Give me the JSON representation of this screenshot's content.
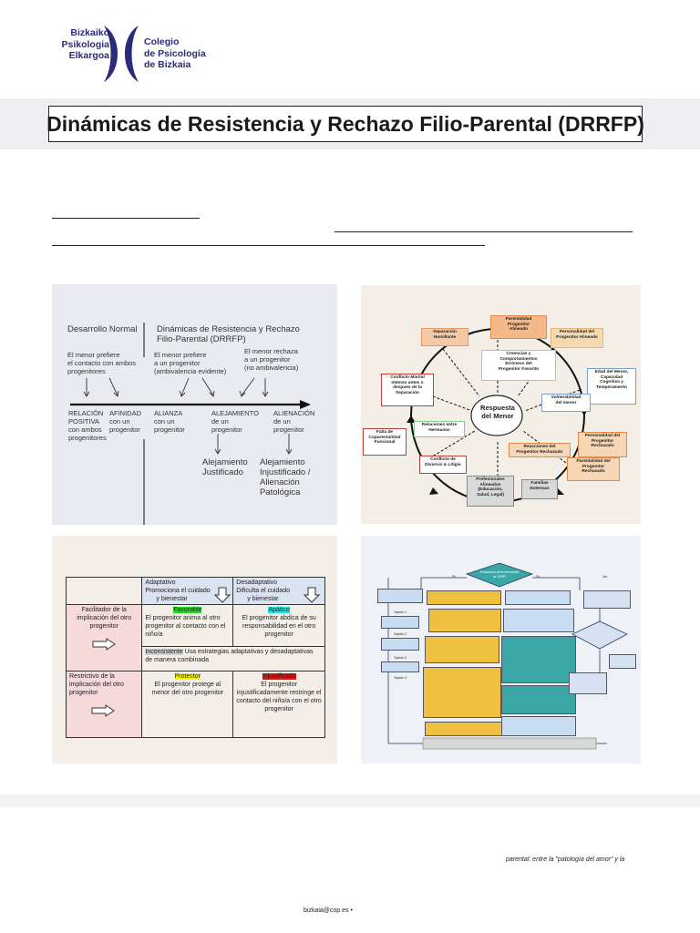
{
  "logo": {
    "left_lines": [
      "Bizkaiko",
      "Psikologia",
      "Elkargoa"
    ],
    "right_lines": [
      "Colegio",
      "de Psicología",
      "de Bizkaia"
    ],
    "brand_color": "#2c2a7a"
  },
  "title": "Dinámicas de Resistencia y Rechazo Filio-Parental (DRRFP)",
  "figure1": {
    "heading_left": "Desarrollo Normal",
    "heading_right_lines": [
      "Dinámicas de Resistencia y Rechazo",
      "Filio-Parental (DRRFP)"
    ],
    "notes": [
      [
        "El menor prefiere",
        "el contacto con ambos",
        "progenitores"
      ],
      [
        "El menor prefiere",
        "a un progenitor",
        "(ambivalencia evidente)"
      ],
      [
        "El menor rechaza",
        "a un progenitor",
        "(no ambivalencia)"
      ]
    ],
    "stages": [
      [
        "RELACIÓN",
        "POSITIVA",
        "con ambos",
        "progenitores"
      ],
      [
        "AFINIDAD",
        "con un",
        "progenitor"
      ],
      [
        "ALIANZA",
        "con un",
        "progenitor"
      ],
      [
        "ALEJAMIENTO",
        "de un",
        "progenitor"
      ],
      [
        "ALIENACIÓN",
        "de un",
        "progenitor"
      ]
    ],
    "outcome_1": [
      "Alejamiento",
      "Justificado"
    ],
    "outcome_2": [
      "Alejamiento",
      "Injustificado /",
      "Alienación",
      "Patológica"
    ]
  },
  "figure2": {
    "center": [
      "Respuesta",
      "del Menor"
    ],
    "nodes": [
      {
        "lines": [
          "Parentalidad",
          "Progenitor",
          "Alineado"
        ],
        "color": "#f3b98a"
      },
      {
        "lines": [
          "Personalidad del",
          "Progenitor Alineado"
        ],
        "color": "#f6d9b0"
      },
      {
        "lines": [
          "Separación",
          "Humillante"
        ],
        "color": "#f5c9a4"
      },
      {
        "lines": [
          "Creencias y",
          "Comportamientos",
          "Erróneos del",
          "Progenitor Favorito"
        ],
        "color": "#ffffff"
      },
      {
        "lines": [
          "Conflicto Marital",
          "Intenso antes o",
          "despues de la",
          "Separación"
        ],
        "color": "#ffffff"
      },
      {
        "lines": [
          "Edad del Menor,",
          "Capacidad",
          "Cognitiva y",
          "Temperamento"
        ],
        "color": "#ffffff"
      },
      {
        "lines": [
          "Vulnerabilidad",
          "del menor"
        ],
        "color": "#ffffff"
      },
      {
        "lines": [
          "Relaciones entre",
          "Hermanos"
        ],
        "color": "#ffffff"
      },
      {
        "lines": [
          "Falta de",
          "Coparentalidad",
          "Funcional"
        ],
        "color": "#ffffff"
      },
      {
        "lines": [
          "Personalidad del",
          "Progenitor",
          "Rechazado"
        ],
        "color": "#f7d6b6"
      },
      {
        "lines": [
          "Reacciones del",
          "Progenitor Rechazado"
        ],
        "color": "#f7d6b6"
      },
      {
        "lines": [
          "Parentalidad del",
          "Progenitor",
          "Rechazado"
        ],
        "color": "#f7d6b6"
      },
      {
        "lines": [
          "Conflicto de",
          "Divorcio & Litigio"
        ],
        "color": "#ffffff"
      },
      {
        "lines": [
          "Profesionales",
          "Alineados",
          "(Educación,",
          "Salud, Legal)"
        ],
        "color": "#d9d9d9"
      },
      {
        "lines": [
          "Familias",
          "Extensas"
        ],
        "color": "#d9d9d9"
      }
    ]
  },
  "figure3": {
    "col_adaptativo": [
      "Adaptativo",
      "Promociona el cuidado",
      "y bienestar"
    ],
    "col_desadaptativo": [
      "Desadaptativo",
      "Dificulta el cuidado",
      "y bienestar"
    ],
    "row_facilitador": "Facilitador de la implicación del otro progenitor",
    "row_restrictivo": "Restrictivo de la implicación del otro progenitor",
    "favorable_tag": "Favorable",
    "favorable_text": "El progenitor anima  al otro progenitor al contacto con el niño/a",
    "apatico_tag": "Apático",
    "apatico_text": "El progenitor abdica de su responsabilidad en el otro progenitor",
    "inconsistente_tag": "Inconsistente",
    "inconsistente_text": "Usa estrategias adaptativas y desadaptativas de manera combinada",
    "protector_tag": "Protector",
    "protector_text": "El progenitor protege al menor del otro progenitor",
    "injustificado_tag": "Injustificado",
    "injustificado_text": "El progenitor injustificadamente restringe el contacto del niño/a con el otro progenitor"
  },
  "figure4": {
    "diamond": [
      "Evaluación de la necesidad",
      "de DRRF"
    ],
    "si": "Si",
    "no": "No",
    "opcion_1": "Opción 1",
    "opcion_2": "Opción 2",
    "opcion_3": "Opción 3",
    "opcion_4": "Opción 4"
  },
  "caption": "parental: entre la \"patología del amor\" y la",
  "email": "bizkaia@cop.es •"
}
